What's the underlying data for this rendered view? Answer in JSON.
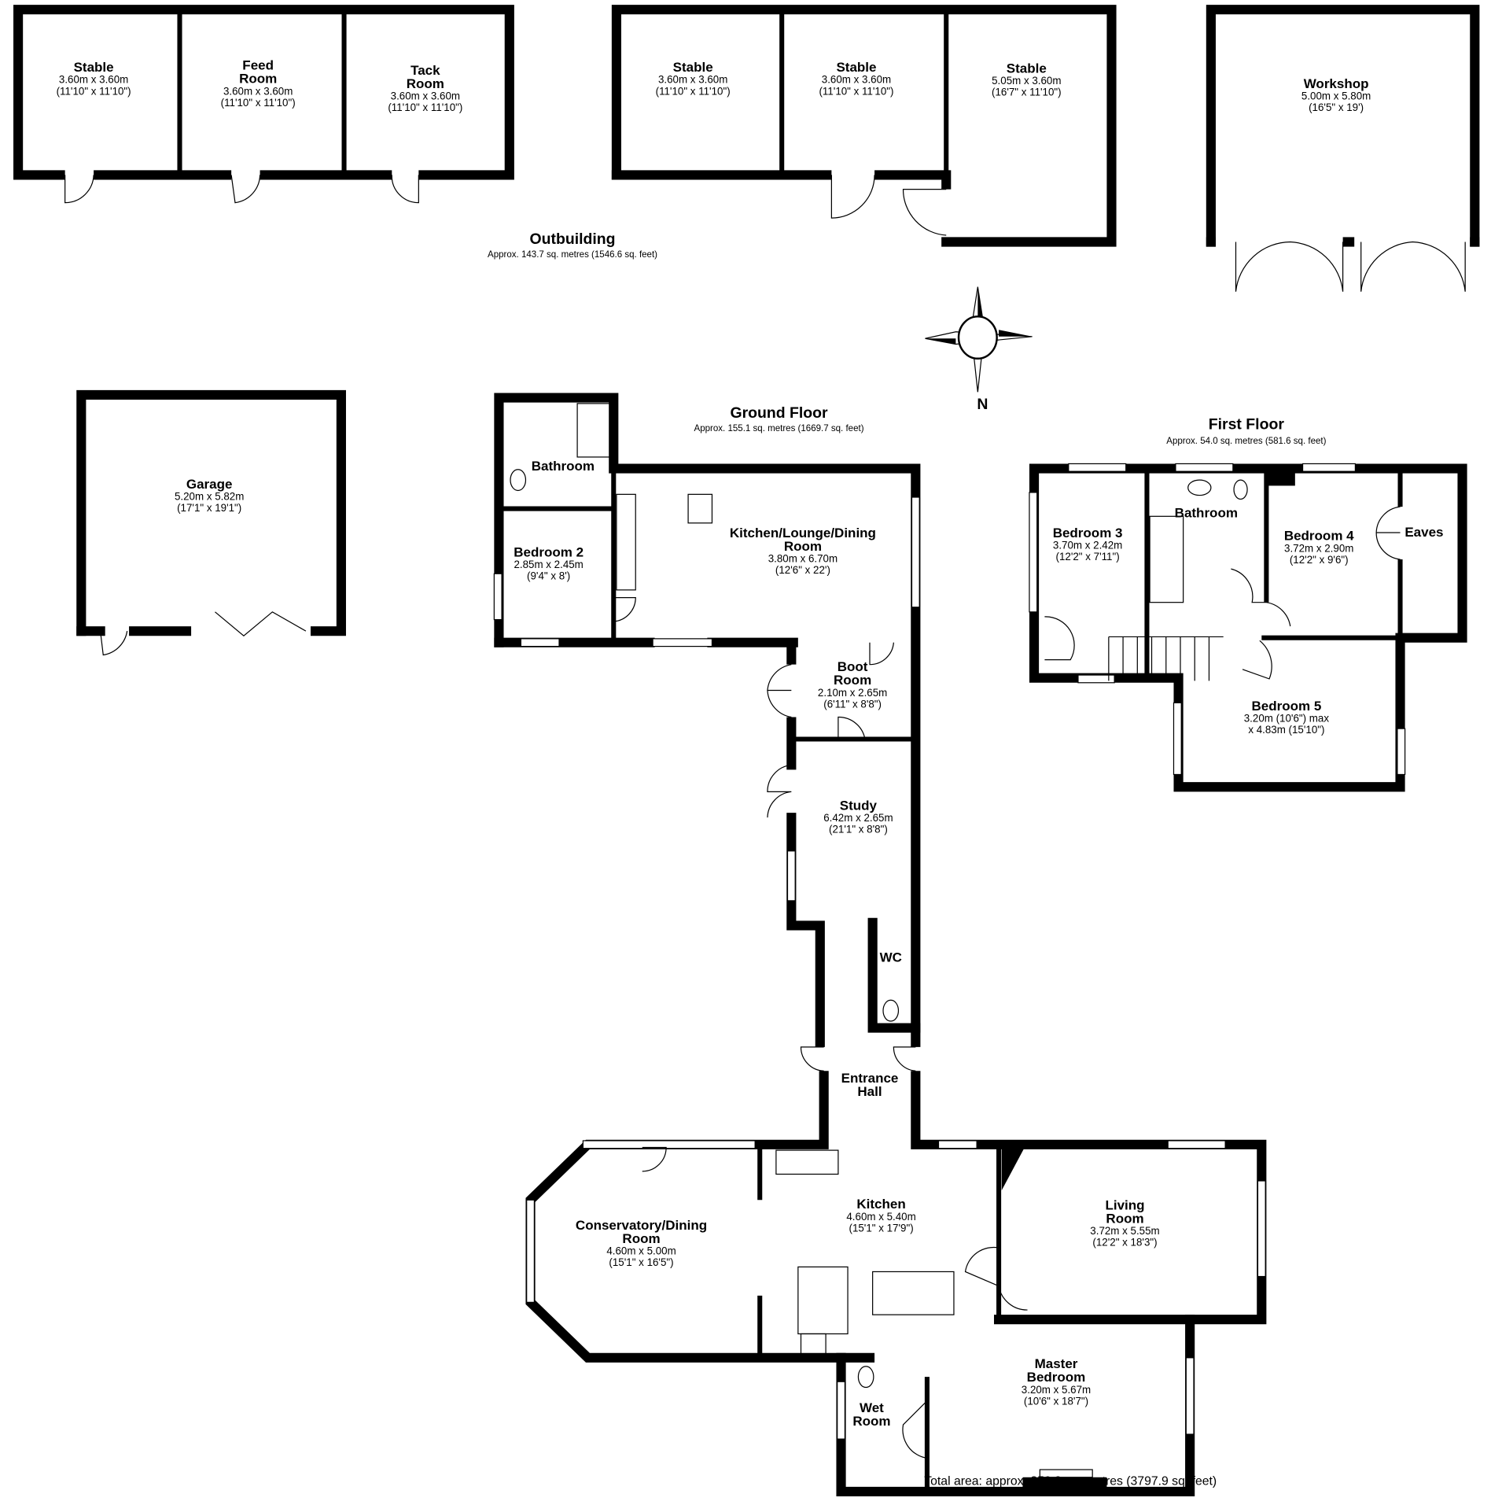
{
  "sections": {
    "outbuilding": {
      "title": "Outbuilding",
      "area": "Approx. 143.7 sq. metres (1546.6 sq. feet)"
    },
    "ground_floor": {
      "title": "Ground Floor",
      "area": "Approx. 155.1 sq. metres (1669.7 sq. feet)"
    },
    "first_floor": {
      "title": "First Floor",
      "area": "Approx. 54.0 sq. metres (581.6 sq. feet)"
    }
  },
  "compass_label": "N",
  "total_area": "Total area: approx. 352.8 sq. metres (3797.9 sq. feet)",
  "rooms": [
    {
      "name": [
        "Stable"
      ],
      "dims": [
        "3.60m x 3.60m",
        "(11'10\" x 11'10\")"
      ]
    },
    {
      "name": [
        "Feed",
        "Room"
      ],
      "dims": [
        "3.60m x 3.60m",
        "(11'10\" x 11'10\")"
      ]
    },
    {
      "name": [
        "Tack",
        "Room"
      ],
      "dims": [
        "3.60m x 3.60m",
        "(11'10\" x 11'10\")"
      ]
    },
    {
      "name": [
        "Stable"
      ],
      "dims": [
        "3.60m x 3.60m",
        "(11'10\" x 11'10\")"
      ]
    },
    {
      "name": [
        "Stable"
      ],
      "dims": [
        "3.60m x 3.60m",
        "(11'10\" x 11'10\")"
      ]
    },
    {
      "name": [
        "Stable"
      ],
      "dims": [
        "5.05m x 3.60m",
        "(16'7\" x 11'10\")"
      ]
    },
    {
      "name": [
        "Workshop"
      ],
      "dims": [
        "5.00m x 5.80m",
        "(16'5\" x 19')"
      ]
    },
    {
      "name": [
        "Garage"
      ],
      "dims": [
        "5.20m x 5.82m",
        "(17'1\" x 19'1\")"
      ]
    },
    {
      "name": [
        "Bathroom"
      ],
      "dims": []
    },
    {
      "name": [
        "Bedroom 2"
      ],
      "dims": [
        "2.85m x 2.45m",
        "(9'4\" x 8')"
      ]
    },
    {
      "name": [
        "Kitchen/Lounge/Dining",
        "Room"
      ],
      "dims": [
        "3.80m x 6.70m",
        "(12'6\" x 22')"
      ]
    },
    {
      "name": [
        "Boot",
        "Room"
      ],
      "dims": [
        "2.10m x 2.65m",
        "(6'11\" x 8'8\")"
      ]
    },
    {
      "name": [
        "Study"
      ],
      "dims": [
        "6.42m x 2.65m",
        "(21'1\" x 8'8\")"
      ]
    },
    {
      "name": [
        "WC"
      ],
      "dims": []
    },
    {
      "name": [
        "Entrance",
        "Hall"
      ],
      "dims": []
    },
    {
      "name": [
        "Conservatory/Dining",
        "Room"
      ],
      "dims": [
        "4.60m x 5.00m",
        "(15'1\" x 16'5\")"
      ]
    },
    {
      "name": [
        "Kitchen"
      ],
      "dims": [
        "4.60m x 5.40m",
        "(15'1\" x 17'9\")"
      ]
    },
    {
      "name": [
        "Living",
        "Room"
      ],
      "dims": [
        "3.72m x 5.55m",
        "(12'2\" x 18'3\")"
      ]
    },
    {
      "name": [
        "Master",
        "Bedroom"
      ],
      "dims": [
        "3.20m x 5.67m",
        "(10'6\" x 18'7\")"
      ]
    },
    {
      "name": [
        "Wet",
        "Room"
      ],
      "dims": []
    },
    {
      "name": [
        "Bedroom 3"
      ],
      "dims": [
        "3.70m x 2.42m",
        "(12'2\" x 7'11\")"
      ]
    },
    {
      "name": [
        "Bathroom"
      ],
      "dims": []
    },
    {
      "name": [
        "Bedroom 4"
      ],
      "dims": [
        "3.72m x 2.90m",
        "(12'2\" x 9'6\")"
      ]
    },
    {
      "name": [
        "Eaves"
      ],
      "dims": []
    },
    {
      "name": [
        "Bedroom 5"
      ],
      "dims": [
        "3.20m (10'6\") max",
        "x 4.83m (15'10\")"
      ]
    }
  ]
}
